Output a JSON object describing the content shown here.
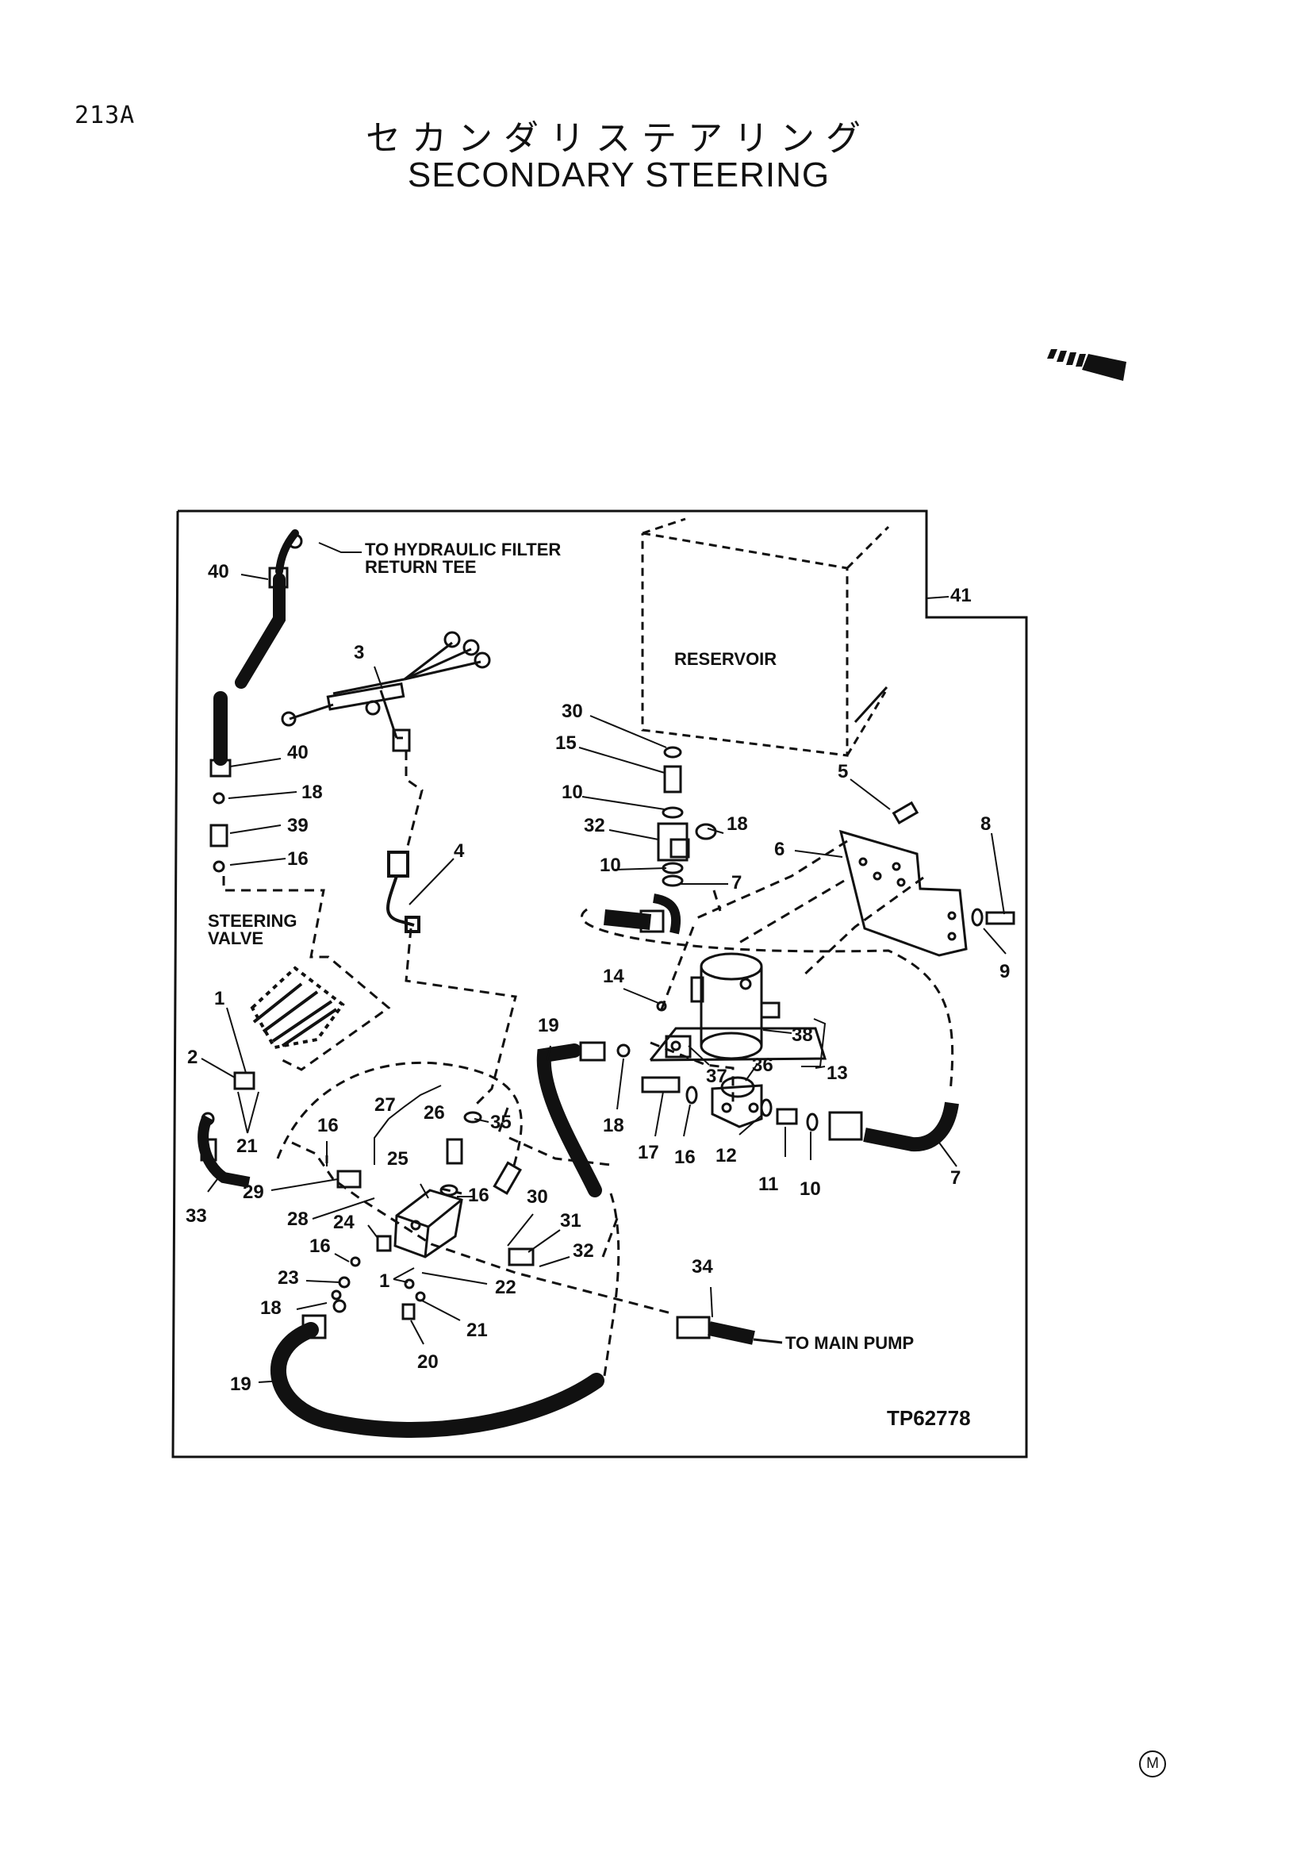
{
  "page": {
    "page_number": "213A",
    "title_jp": "セカンダリステアリング",
    "title_en": "SECONDARY STEERING",
    "footer_mark": "M"
  },
  "diagram": {
    "drawing_number": "TP62778",
    "annotations": [
      {
        "id": "to-hydraulic-filter",
        "lines": [
          "TO HYDRAULIC FILTER",
          "RETURN TEE"
        ]
      },
      {
        "id": "reservoir",
        "lines": [
          "RESERVOIR"
        ]
      },
      {
        "id": "steering-valve",
        "lines": [
          "STEERING",
          "VALVE"
        ]
      },
      {
        "id": "to-main-pump",
        "lines": [
          "TO MAIN PUMP"
        ]
      }
    ],
    "callouts": [
      "40",
      "3",
      "40",
      "18",
      "39",
      "16",
      "4",
      "1",
      "2",
      "21",
      "33",
      "29",
      "28",
      "16",
      "27",
      "26",
      "35",
      "25",
      "16",
      "24",
      "16",
      "23",
      "1",
      "22",
      "18",
      "21",
      "20",
      "19",
      "19",
      "41",
      "30",
      "15",
      "10",
      "32",
      "18",
      "10",
      "7",
      "5",
      "6",
      "8",
      "9",
      "14",
      "38",
      "13",
      "37",
      "36",
      "18",
      "17",
      "16",
      "12",
      "11",
      "10",
      "7",
      "30",
      "31",
      "32",
      "34"
    ]
  },
  "icons": [
    "direction-arrow-icon"
  ]
}
